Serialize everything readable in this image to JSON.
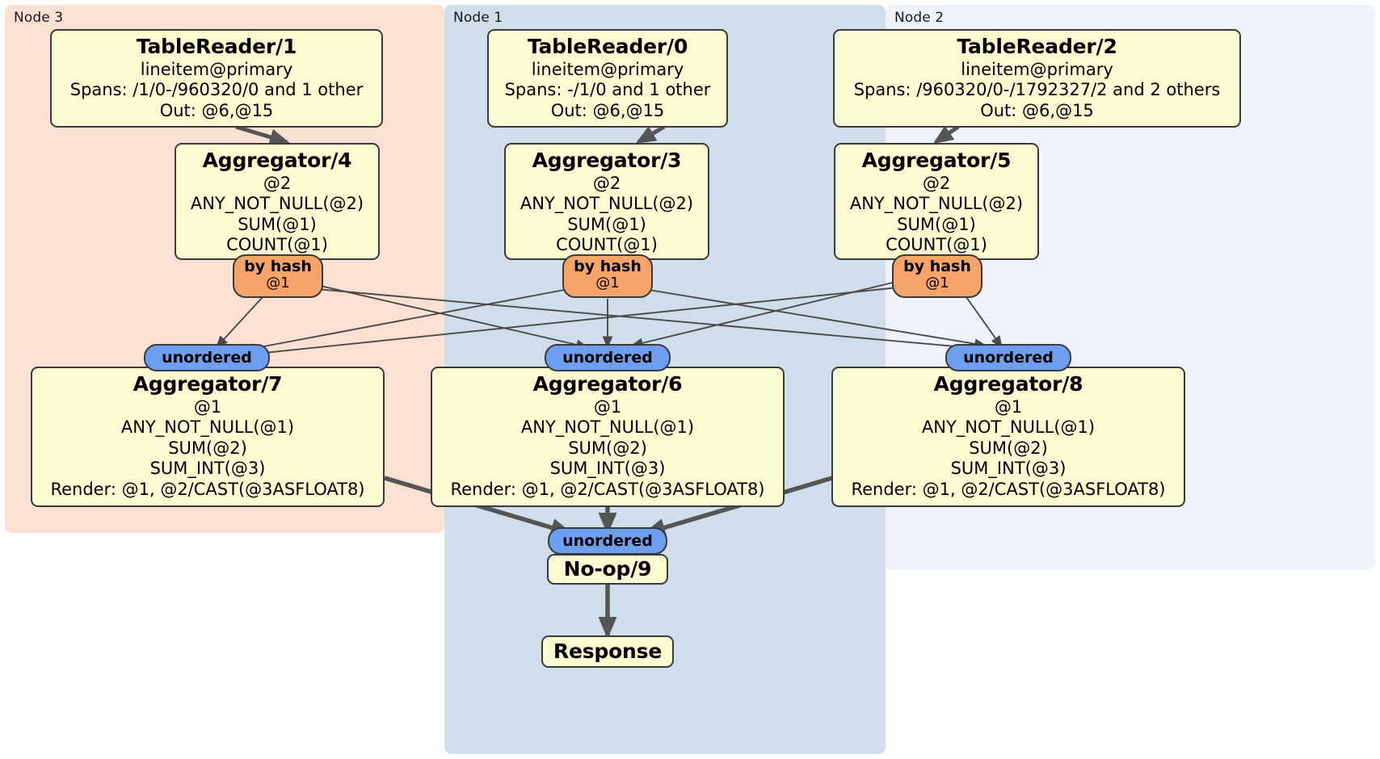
{
  "diagram": {
    "type": "distributed-query-plan",
    "colors": {
      "node3_panel": "#fbe0d3",
      "node1_panel": "#cfdeea",
      "node2_panel": "#edf2fb",
      "box_fill": "#fbfbd2",
      "box_stroke": "#3a3a3a",
      "hash_router": "#f6a46a",
      "unordered_sync": "#6e9ef0",
      "edge_thin": "#4a4a4a",
      "edge_thick": "#5a5a5a"
    }
  },
  "panels": [
    {
      "id": "node3",
      "label": "Node 3"
    },
    {
      "id": "node1",
      "label": "Node 1"
    },
    {
      "id": "node2",
      "label": "Node 2"
    }
  ],
  "processors": {
    "table_reader_1": {
      "title": "TableReader/1",
      "lines": [
        "lineitem@primary",
        "Spans: /1/0-/960320/0 and 1 other",
        "Out: @6,@15"
      ]
    },
    "table_reader_0": {
      "title": "TableReader/0",
      "lines": [
        "lineitem@primary",
        "Spans: -/1/0 and 1 other",
        "Out: @6,@15"
      ]
    },
    "table_reader_2": {
      "title": "TableReader/2",
      "lines": [
        "lineitem@primary",
        "Spans: /960320/0-/1792327/2 and 2 others",
        "Out: @6,@15"
      ]
    },
    "aggregator_4": {
      "title": "Aggregator/4",
      "lines": [
        "@2",
        "ANY_NOT_NULL(@2)",
        "SUM(@1)",
        "COUNT(@1)"
      ]
    },
    "aggregator_3": {
      "title": "Aggregator/3",
      "lines": [
        "@2",
        "ANY_NOT_NULL(@2)",
        "SUM(@1)",
        "COUNT(@1)"
      ]
    },
    "aggregator_5": {
      "title": "Aggregator/5",
      "lines": [
        "@2",
        "ANY_NOT_NULL(@2)",
        "SUM(@1)",
        "COUNT(@1)"
      ]
    },
    "aggregator_7": {
      "title": "Aggregator/7",
      "lines": [
        "@1",
        "ANY_NOT_NULL(@1)",
        "SUM(@2)",
        "SUM_INT(@3)",
        "Render: @1, @2/CAST(@3ASFLOAT8)"
      ]
    },
    "aggregator_6": {
      "title": "Aggregator/6",
      "lines": [
        "@1",
        "ANY_NOT_NULL(@1)",
        "SUM(@2)",
        "SUM_INT(@3)",
        "Render: @1, @2/CAST(@3ASFLOAT8)"
      ]
    },
    "aggregator_8": {
      "title": "Aggregator/8",
      "lines": [
        "@1",
        "ANY_NOT_NULL(@1)",
        "SUM(@2)",
        "SUM_INT(@3)",
        "Render: @1, @2/CAST(@3ASFLOAT8)"
      ]
    },
    "noop_9": {
      "title": "No-op/9"
    },
    "response": {
      "title": "Response"
    }
  },
  "routers": {
    "hash_left": {
      "label": "by hash",
      "column": "@1"
    },
    "hash_mid": {
      "label": "by hash",
      "column": "@1"
    },
    "hash_right": {
      "label": "by hash",
      "column": "@1"
    }
  },
  "synchronizers": {
    "unordered_left": {
      "label": "unordered"
    },
    "unordered_mid": {
      "label": "unordered"
    },
    "unordered_right": {
      "label": "unordered"
    },
    "unordered_final": {
      "label": "unordered"
    }
  }
}
